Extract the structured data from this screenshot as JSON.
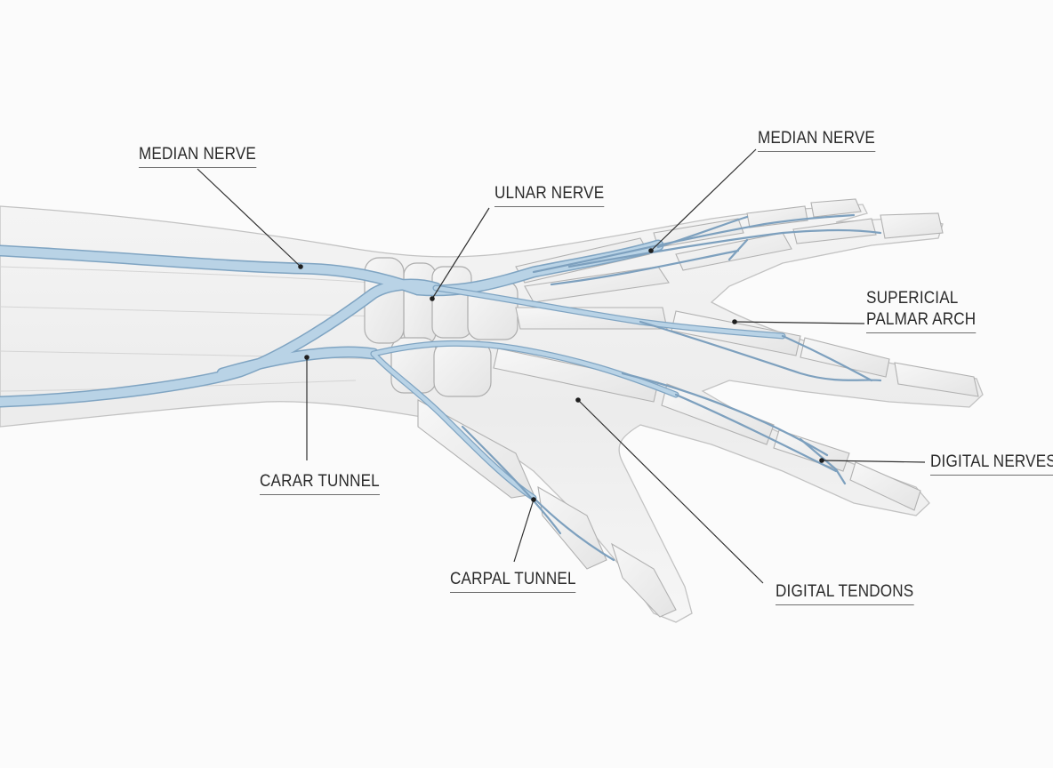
{
  "labels": {
    "median_nerve_left": "MEDIAN NERVE",
    "ulnar_nerve": "ULNAR NERVE",
    "median_nerve_right": "MEDIAN NERVE",
    "superficial_palmar_arch_line1": "SUPERICIAL",
    "superficial_palmar_arch_line2": "PALMAR ARCH",
    "digital_nerves": "DIGITAL NERVES",
    "carar_tunnel": "CARAR TUNNEL",
    "carpal_tunnel": "CARPAL TUNNEL",
    "digital_tendons": "DIGITAL TENDONS"
  },
  "colors": {
    "background": "#fbfbfb",
    "nerve_fill": "#b9d3e6",
    "nerve_stroke": "#7fa4c2",
    "bone_outline": "#b5b5b5",
    "skin_outline": "#bfbfbf",
    "leader_line": "#2f2f2f",
    "label_text": "#2a2a2a"
  }
}
